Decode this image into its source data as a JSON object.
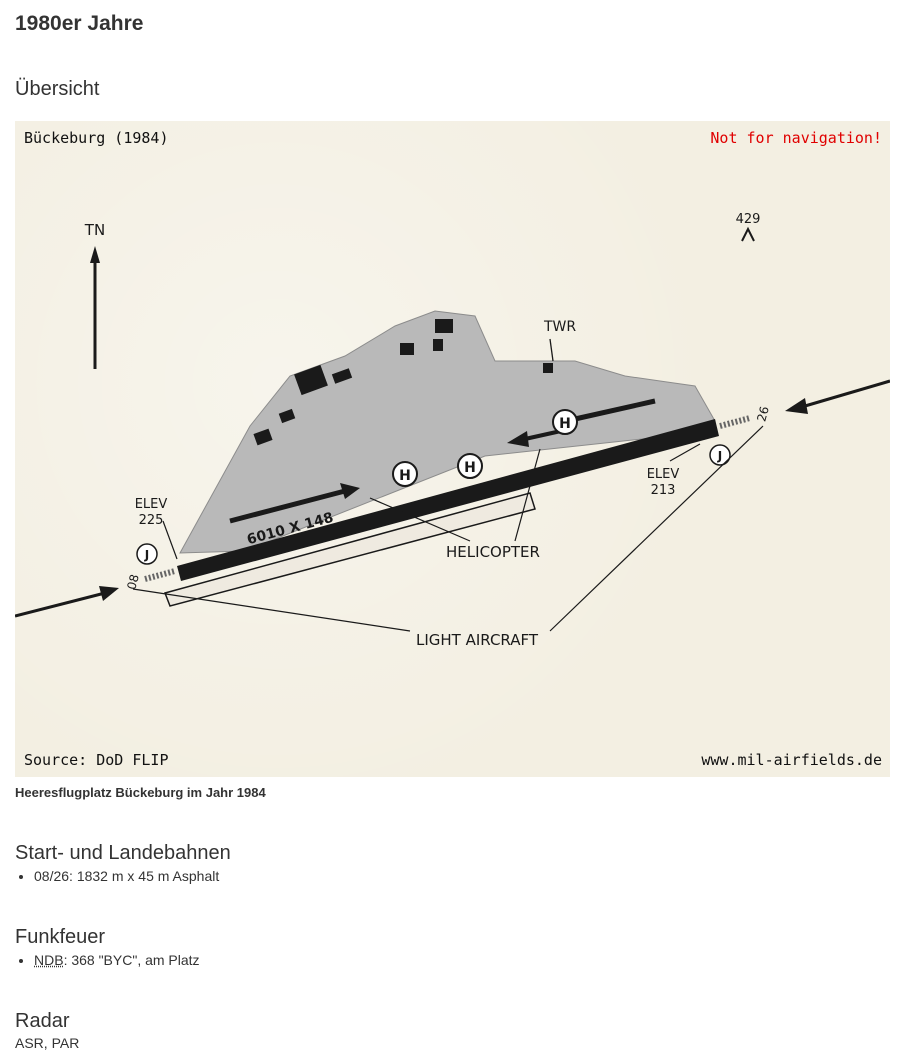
{
  "page_title": "1980er Jahre",
  "overview": {
    "heading": "Übersicht",
    "map": {
      "title": "Bückeburg (1984)",
      "warning": "Not for navigation!",
      "source": "Source: DoD FLIP",
      "website": "www.mil-airfields.de",
      "labels": {
        "true_north": "TN",
        "elevation_point": "429",
        "tower": "TWR",
        "elev_west_1": "ELEV",
        "elev_west_2": "225",
        "elev_east_1": "ELEV",
        "elev_east_2": "213",
        "runway_dims": "6010 X 148",
        "helicopter": "HELICOPTER",
        "light_aircraft": "LIGHT AIRCRAFT",
        "rwy_08": "08",
        "rwy_26": "26",
        "heli_symbol": "H",
        "jet_symbol": "J"
      }
    },
    "caption": "Heeresflugplatz Bückeburg im Jahr 1984"
  },
  "runways": {
    "heading": "Start- und Landebahnen",
    "items": [
      "08/26: 1832 m x 45 m Asphalt"
    ]
  },
  "beacons": {
    "heading": "Funkfeuer",
    "abbr": "NDB",
    "item_rest": ": 368 \"BYC\", am Platz"
  },
  "radar": {
    "heading": "Radar",
    "text": "ASR, PAR"
  },
  "colors": {
    "map_background": "#f3efe2",
    "warning": "#e00000",
    "apron": "#b9b9b9",
    "runway": "#1a1a1a"
  }
}
